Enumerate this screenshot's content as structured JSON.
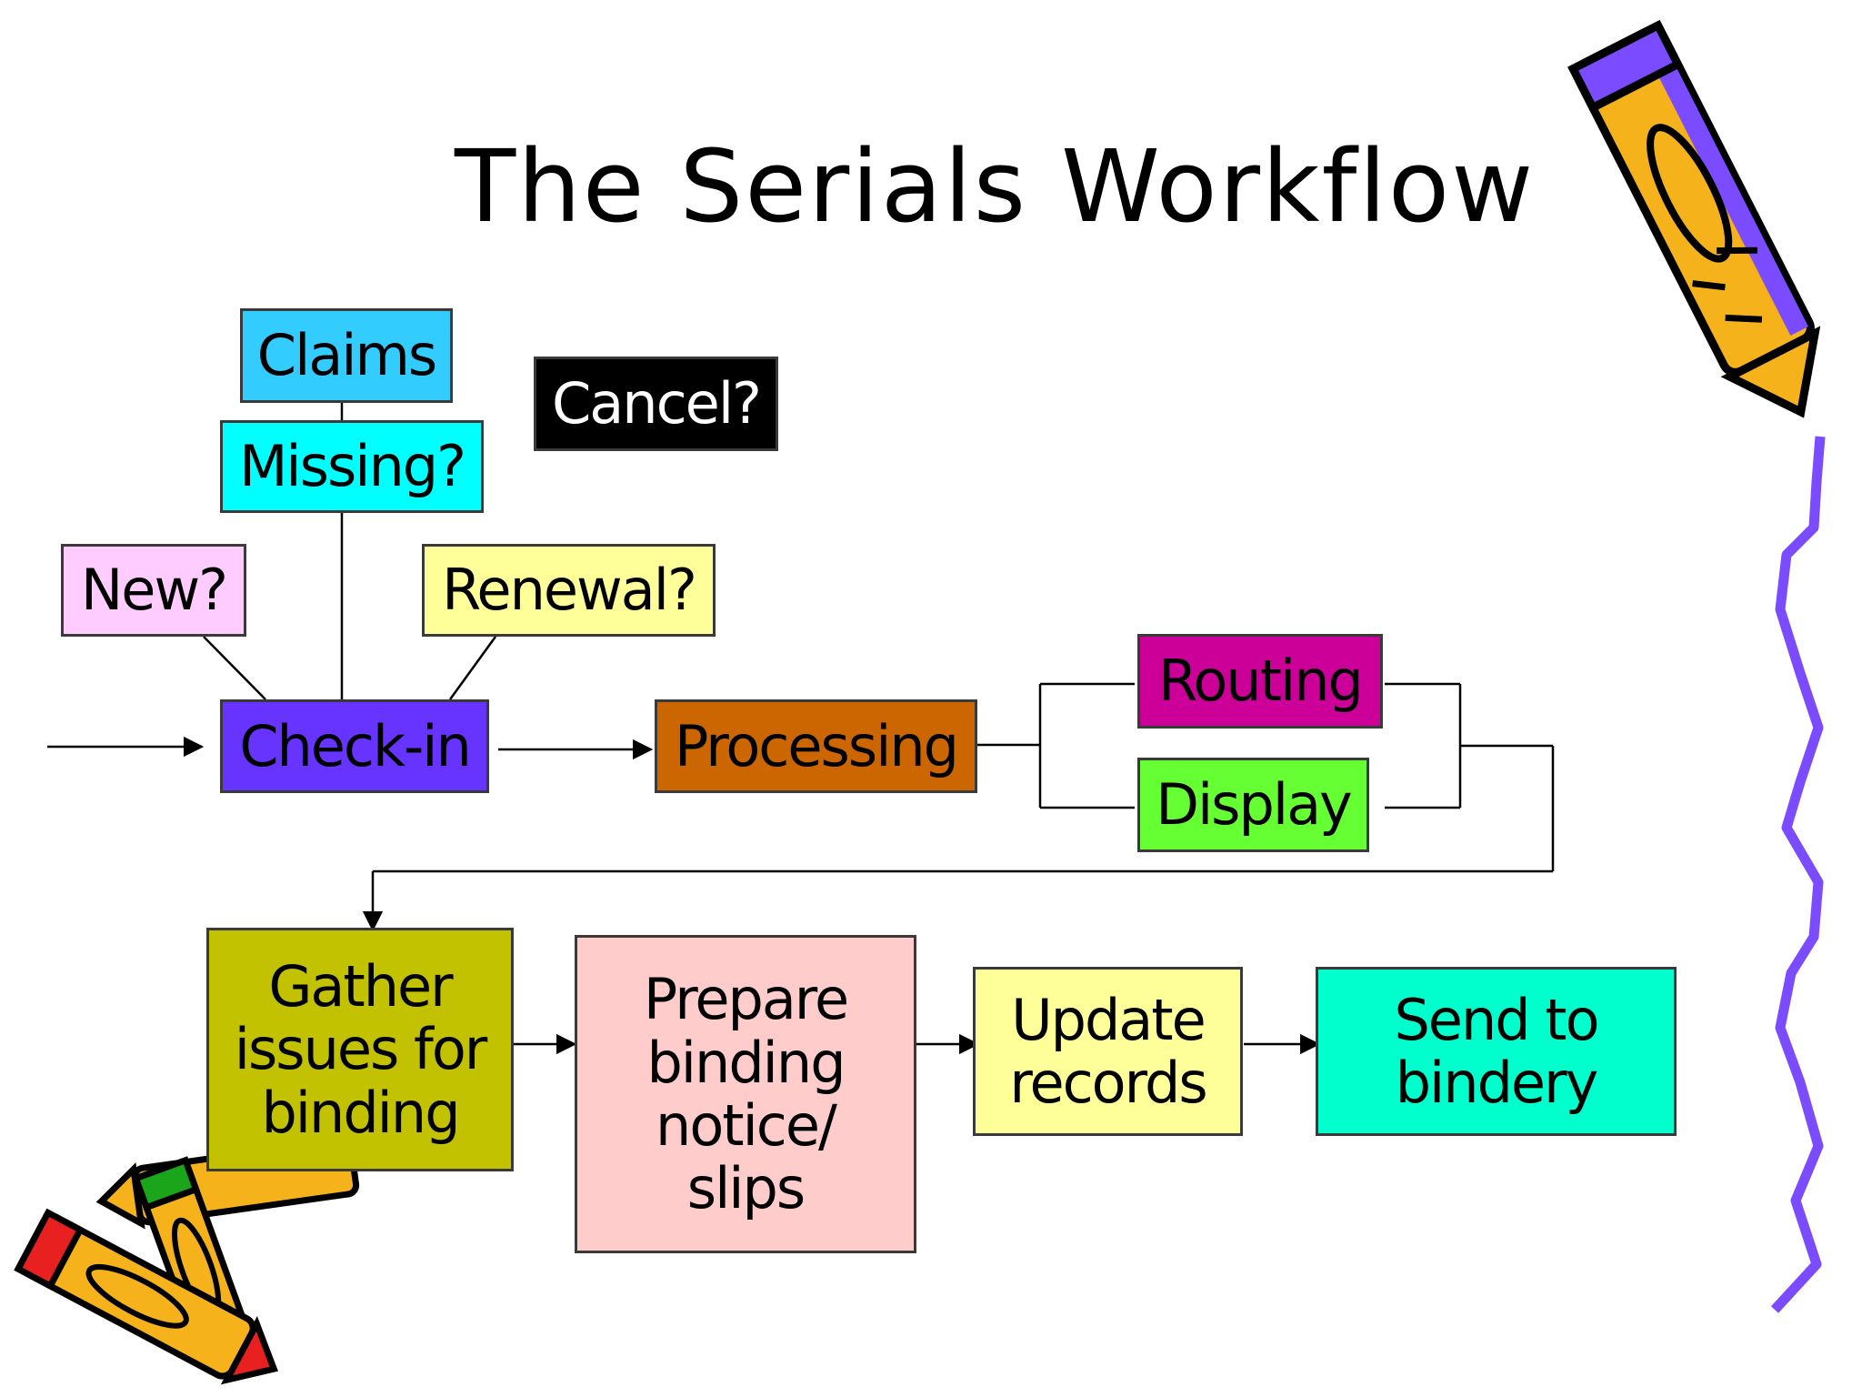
{
  "title": "The Serials Workflow",
  "nodes": {
    "claims": "Claims",
    "cancel": "Cancel?",
    "missing": "Missing?",
    "new": "New?",
    "renewal": "Renewal?",
    "checkin": "Check-in",
    "processing": "Processing",
    "routing": "Routing",
    "display": "Display",
    "gather": "Gather\nissues for\nbinding",
    "prepare": "Prepare\nbinding\nnotice/\nslips",
    "update": "Update\nrecords",
    "send": "Send to\nbindery"
  },
  "colors": {
    "claims": "#33ccff",
    "cancel": "#000000",
    "missing": "#00ffff",
    "new": "#ffccff",
    "renewal": "#ffff99",
    "checkin": "#6633ff",
    "processing": "#cc6600",
    "routing": "#cc0099",
    "display": "#66ff33",
    "gather": "#c2c200",
    "prepare": "#ffcccc",
    "update": "#ffff99",
    "send": "#00ffcc"
  },
  "decorations": [
    "pencil-icon",
    "crayons-icon",
    "squiggle-line"
  ]
}
